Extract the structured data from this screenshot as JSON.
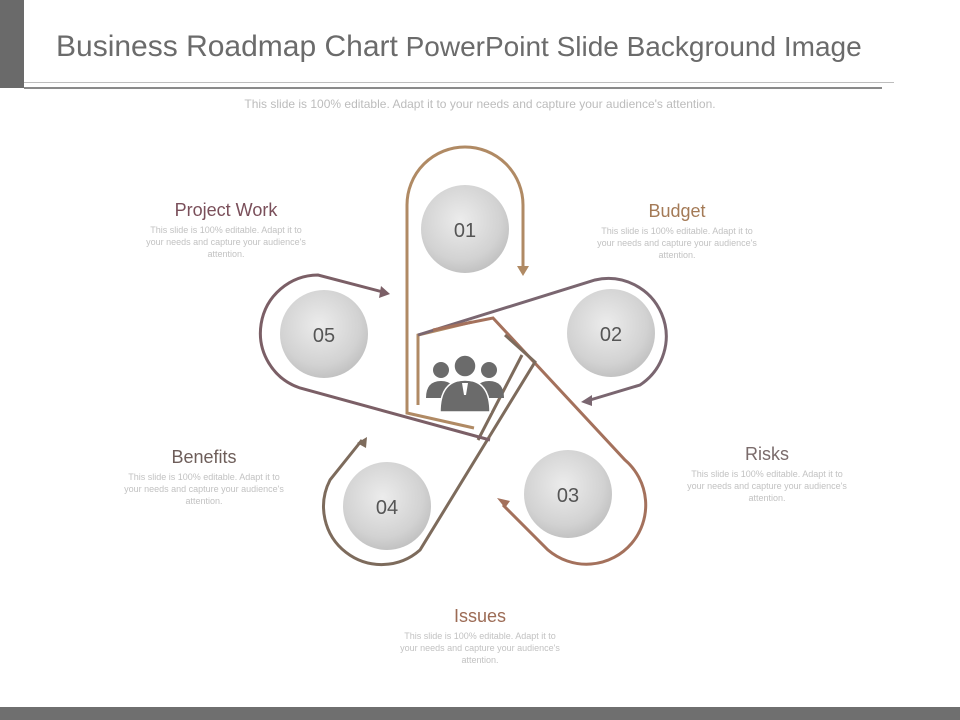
{
  "title": {
    "part1": "Business Roadmap Chart",
    "part2": "PowerPoint Slide Background Image"
  },
  "subtitle": "This slide is 100% editable. Adapt it to your needs and capture your audience's attention.",
  "steps": [
    {
      "number": "01"
    },
    {
      "number": "02"
    },
    {
      "number": "03"
    },
    {
      "number": "04"
    },
    {
      "number": "05"
    }
  ],
  "labels": {
    "project_work": {
      "title": "Project Work",
      "text": "This slide is 100% editable. Adapt it to your needs and capture your audience's attention.",
      "color": "#7a4f5a"
    },
    "budget": {
      "title": "Budget",
      "text": "This slide is 100% editable. Adapt it to your needs and capture your audience's attention.",
      "color": "#a47a56"
    },
    "risks": {
      "title": "Risks",
      "text": "This slide is 100% editable. Adapt it to your needs and capture your audience's attention.",
      "color": "#7a6b6b"
    },
    "issues": {
      "title": "Issues",
      "text": "This slide is 100% editable. Adapt it to your needs and capture your audience's attention.",
      "color": "#9c6b55"
    },
    "benefits": {
      "title": "Benefits",
      "text": "This slide is 100% editable. Adapt it to your needs and capture your audience's attention.",
      "color": "#6e5e5a"
    }
  },
  "colors": {
    "loop1": "#b08a64",
    "loop2": "#7a6670",
    "loop3": "#a4715c",
    "loop4": "#7d6b5c",
    "loop5": "#7b5f66",
    "circle": "#cfcfcf",
    "center_icon": "#6b6b6b"
  },
  "center_icon": "team-people-icon"
}
